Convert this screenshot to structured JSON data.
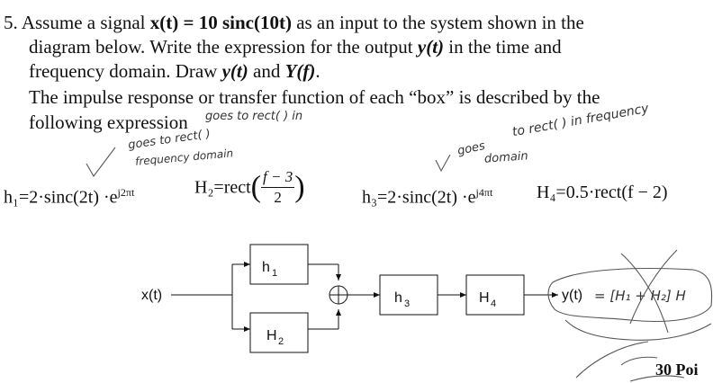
{
  "problem": {
    "number": "5.",
    "line1_pre": "Assume a signal ",
    "signal_expr": "x(t) = 10 sinc(10t)",
    "line1_post": " as an input to the system shown in the",
    "line2_pre": "diagram below.  Write the expression for the output ",
    "output_y": "y(t)",
    "line2_post": " in the time and",
    "line3_pre": "frequency domain.  Draw ",
    "y_t": "y(t)",
    "and": " and ",
    "Y_f": "Y(f)",
    "period": ".",
    "line4": "The impulse response or transfer function of each “box” is described by the",
    "line5": "following expression"
  },
  "handwriting": {
    "note1_a": "goes to rect( ) in",
    "note1_b": "goes to rect( )",
    "note1_c": "frequency domain",
    "note2_a": "to rect( ) in frequency",
    "note2_b": "goes",
    "note2_c": "domain"
  },
  "equations": {
    "h1": "h₁=2·sinc(2t) ·e",
    "h1_exp": "j2πt",
    "H2_pre": "H₂=rect",
    "H2_num": "f − 3",
    "H2_den": "2",
    "h3": "h₃=2·sinc(2t) ·e",
    "h3_exp": "j4πt",
    "H4": "H₄=0.5·rect(f − 2)"
  },
  "diagram": {
    "input": "x(t)",
    "box_h1": "h",
    "box_h1_sub": "1",
    "box_H2": "H",
    "box_H2_sub": "2",
    "box_h3": "h",
    "box_h3_sub": "3",
    "box_H4": "H",
    "box_H4_sub": "4",
    "output": "y(t)",
    "answer_scribble": "= [H₁ + H₂] H",
    "points": "30 Poi"
  }
}
